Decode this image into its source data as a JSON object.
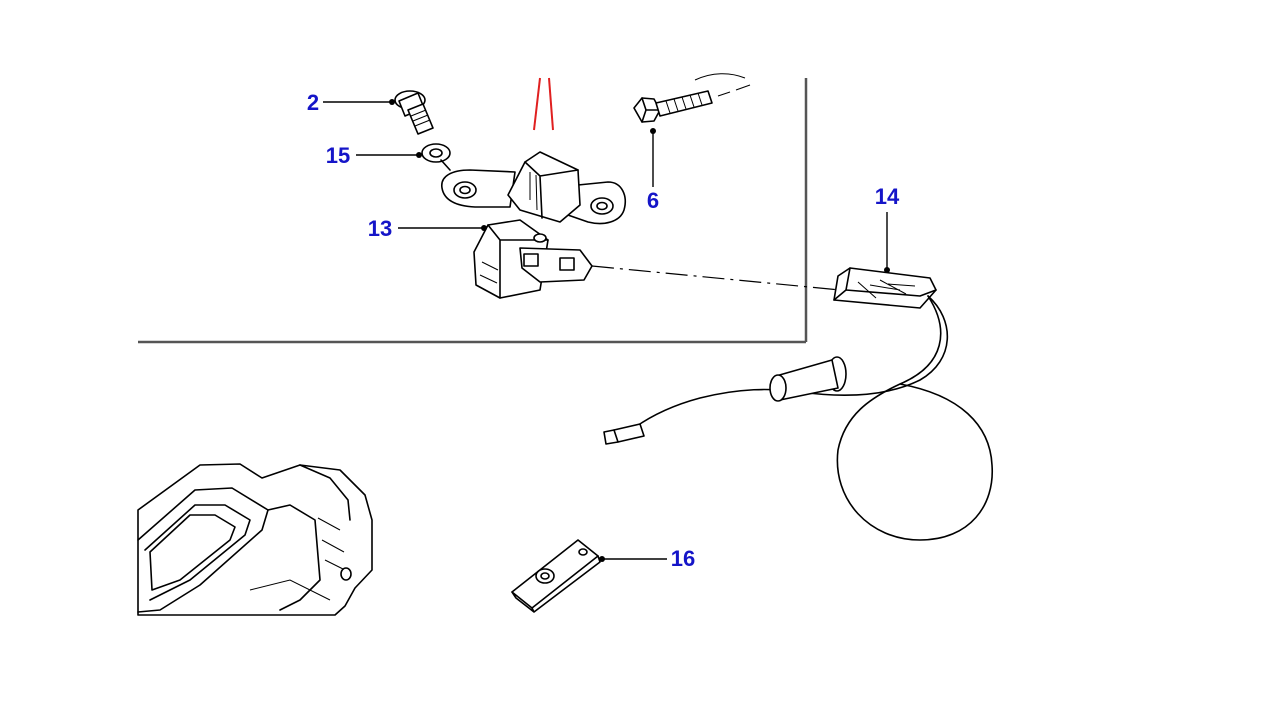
{
  "colors": {
    "callout": "#1515c8",
    "line": "#000000",
    "inset_border": "#555555",
    "red_marker": "#e02020",
    "background": "#ffffff"
  },
  "callouts": {
    "c2": "2",
    "c15": "15",
    "c13": "13",
    "c6": "6",
    "c14": "14",
    "c16": "16"
  }
}
